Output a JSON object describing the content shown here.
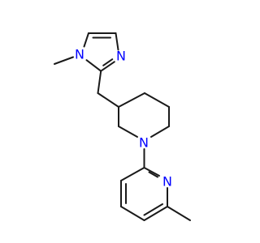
{
  "molecule": {
    "atoms": [
      {
        "label": "N",
        "color": "#0000ff"
      },
      {
        "label": "N",
        "color": "#0000ff"
      },
      {
        "label": "N",
        "color": "#0000ff"
      },
      {
        "label": "N",
        "color": "#0000ff"
      }
    ],
    "bond_color": "#1a1a1a"
  }
}
